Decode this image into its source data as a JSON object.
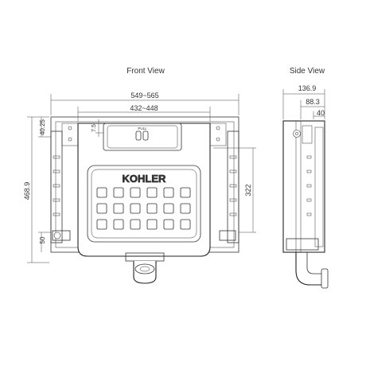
{
  "views": {
    "front_title": "Front View",
    "side_title": "Side View"
  },
  "front_dims": {
    "overall_width": "549~565",
    "inner_width": "432~448",
    "overall_height": "468.9",
    "top_offset": "40.25",
    "button_offset": "7.5",
    "button_height": "322",
    "bottom_offset": "50"
  },
  "side_dims": {
    "depth": "136.9",
    "mid_depth": "88.3",
    "front_depth": "40"
  },
  "panel": {
    "brand": "KOHLER",
    "button_label": "PULL"
  }
}
